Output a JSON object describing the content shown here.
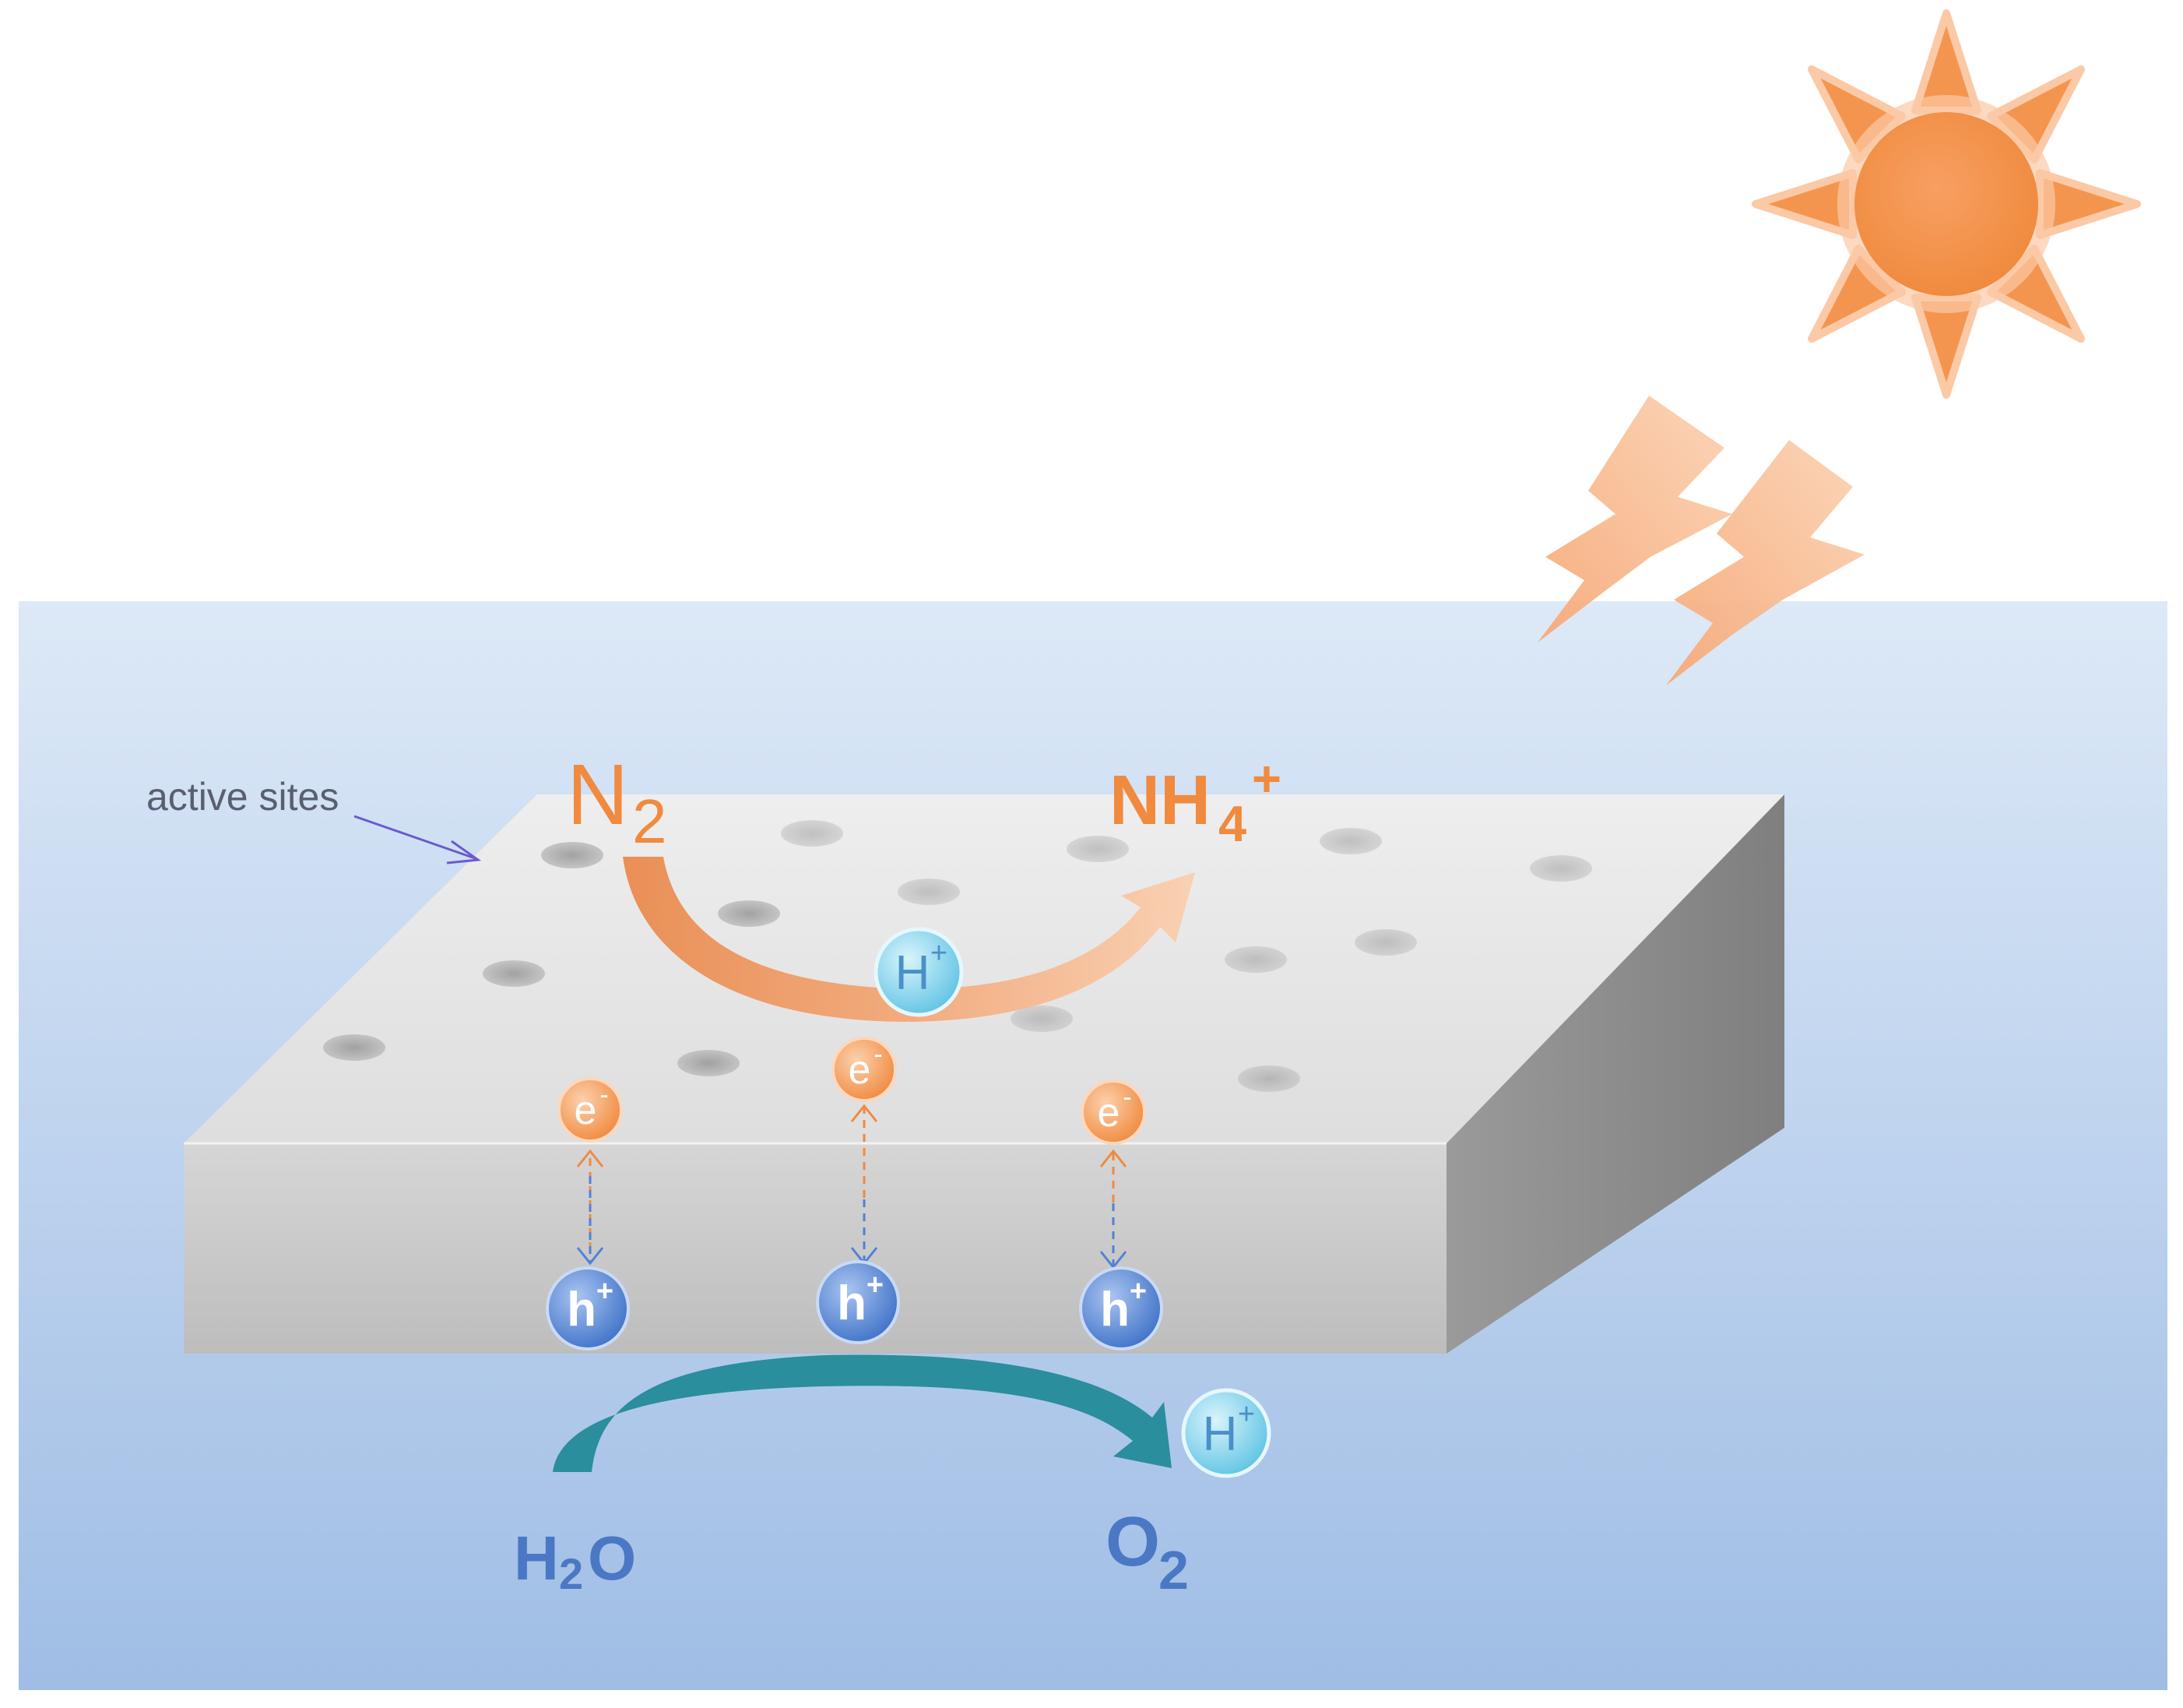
{
  "labels": {
    "active_sites": "active sites",
    "n2_main": "N",
    "n2_sub": "2",
    "nh4_main": "NH",
    "nh4_sub": "4",
    "nh4_sup": "+",
    "h2o_h": "H",
    "h2o_sub": "2",
    "h2o_o": "O",
    "o2_main": "O",
    "o2_sub": "2"
  },
  "particles": {
    "electron_main": "e",
    "electron_sup": "-",
    "hole_main": "h",
    "hole_sup": "+",
    "proton_main": "H",
    "proton_sup": "+"
  },
  "colors": {
    "water_top": "#dce8f6",
    "water_bottom": "#9dbbe3",
    "slab_top": "#e3e3e3",
    "slab_front": "#c8c8c8",
    "slab_side": "#8e8e8e",
    "sun": "#f4954f",
    "orange_text": "#f08a3e",
    "blue_text": "#4a78c4",
    "teal_arrow": "#2a8e9c",
    "electron": "#f39a52",
    "hole": "#4f82d6",
    "proton": "#7fd2ec"
  },
  "icons": [
    "sun-icon",
    "light-ray-icon",
    "electron-icon",
    "hole-icon",
    "proton-icon"
  ]
}
